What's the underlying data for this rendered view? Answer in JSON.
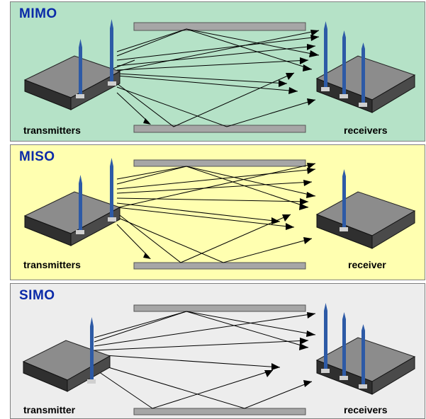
{
  "colors": {
    "mimo_bg": "#b5e2c7",
    "miso_bg": "#ffffb0",
    "simo_bg": "#ededed",
    "title": "#0a2aa8",
    "reflector": "#a6a6a6",
    "antenna": "#2d5aa6",
    "device_top": "#8c8c8c",
    "device_side": "#3a3a3a"
  },
  "panels": [
    {
      "title": "MIMO",
      "tx_label": "transmitters",
      "rx_label": "receivers",
      "tx_antennas": 2,
      "rx_antennas": 3
    },
    {
      "title": "MISO",
      "tx_label": "transmitters",
      "rx_label": "receiver",
      "tx_antennas": 2,
      "rx_antennas": 1
    },
    {
      "title": "SIMO",
      "tx_label": "transmitter",
      "rx_label": "receivers",
      "tx_antennas": 1,
      "rx_antennas": 3
    }
  ]
}
